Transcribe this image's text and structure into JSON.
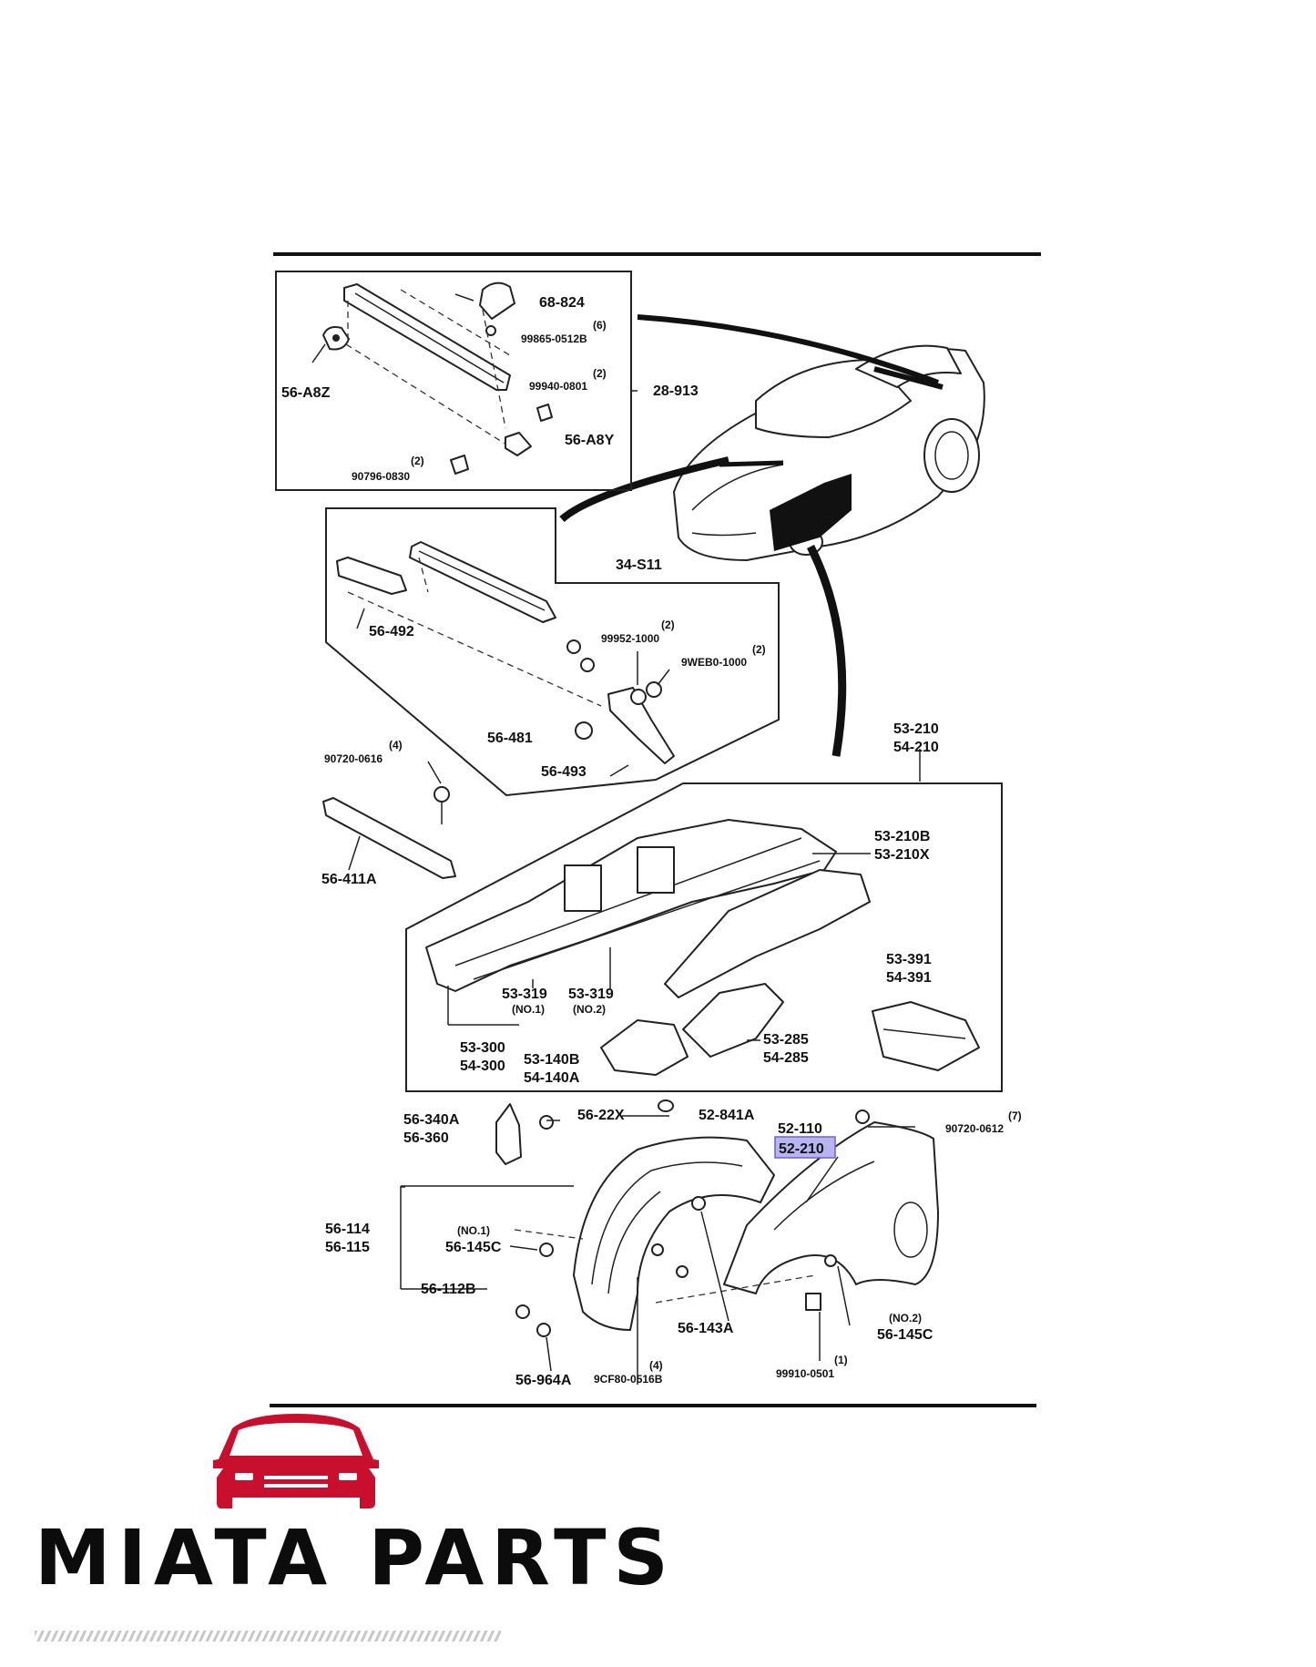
{
  "brand": {
    "name": "MIATA PARTS",
    "accent_color": "#c8102e",
    "logo_icon": "car-front-icon"
  },
  "callouts": {
    "p68_824": "68-824",
    "p99865_qty": "(6)",
    "p99865": "99865-0512B",
    "p56_A8Z": "56-A8Z",
    "p99940_qty": "(2)",
    "p99940": "99940-0801",
    "p28_913": "28-913",
    "p56_A8Y": "56-A8Y",
    "p90796_qty": "(2)",
    "p90796": "90796-0830",
    "p34_S11": "34-S11",
    "p56_492": "56-492",
    "p99952_qty": "(2)",
    "p99952": "99952-1000",
    "p9WEB0_qty": "(2)",
    "p9WEB0": "9WEB0-1000",
    "p56_481": "56-481",
    "p56_493": "56-493",
    "p90720_0616_qty": "(4)",
    "p90720_0616": "90720-0616",
    "p56_411A": "56-411A",
    "p53_210": "53-210",
    "p54_210": "54-210",
    "p53_210B": "53-210B",
    "p53_210X": "53-210X",
    "p53_391": "53-391",
    "p54_391": "54-391",
    "p53_319a": "53-319",
    "p53_319a_note": "(NO.1)",
    "p53_319b": "53-319",
    "p53_319b_note": "(NO.2)",
    "p53_285": "53-285",
    "p54_285": "54-285",
    "p53_300": "53-300",
    "p54_300": "54-300",
    "p53_140B": "53-140B",
    "p54_140A": "54-140A",
    "p56_340A": "56-340A",
    "p56_360": "56-360",
    "p56_22X": "56-22X",
    "p52_841A": "52-841A",
    "p52_110": "52-110",
    "p52_210": "52-210",
    "p90720_0612_qty": "(7)",
    "p90720_0612": "90720-0612",
    "p56_114": "56-114",
    "p56_115": "56-115",
    "p56_145C_a_note": "(NO.1)",
    "p56_145C_a": "56-145C",
    "p56_112B": "56-112B",
    "p56_143A": "56-143A",
    "p56_145C_b_note": "(NO.2)",
    "p56_145C_b": "56-145C",
    "p56_964A": "56-964A",
    "p9CF80_qty": "(4)",
    "p9CF80": "9CF80-0516B",
    "p99910_qty": "(1)",
    "p99910": "99910-0501"
  },
  "highlight_color": "#b9b4f0"
}
